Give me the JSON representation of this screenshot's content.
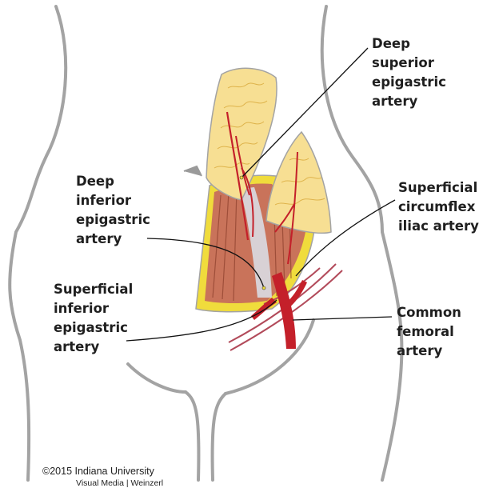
{
  "labels": {
    "deep_superior": [
      "Deep",
      "superior",
      "epigastric",
      "artery"
    ],
    "deep_inferior": [
      "Deep",
      "inferior",
      "epigastric",
      "artery"
    ],
    "superficial_circumflex": [
      "Superficial",
      "circumflex",
      "iliac artery"
    ],
    "superficial_inferior": [
      "Superficial",
      "inferior",
      "epigastric",
      "artery"
    ],
    "common_femoral": [
      "Common",
      "femoral",
      "artery"
    ]
  },
  "credit": {
    "line1": "©2015 Indiana University",
    "line2": "Visual Media | Weinzerl"
  },
  "colors": {
    "outline": "#a3a3a3",
    "fat": "#f7df93",
    "fat_texture": "#d9a93a",
    "rim": "#f0dc3c",
    "muscle": "#c9735a",
    "muscle_dark": "#8d3f2c",
    "artery": "#c4202a",
    "vessel_line": "#b24a5a",
    "sheath": "#d9dbe2",
    "leader": "#111111"
  }
}
